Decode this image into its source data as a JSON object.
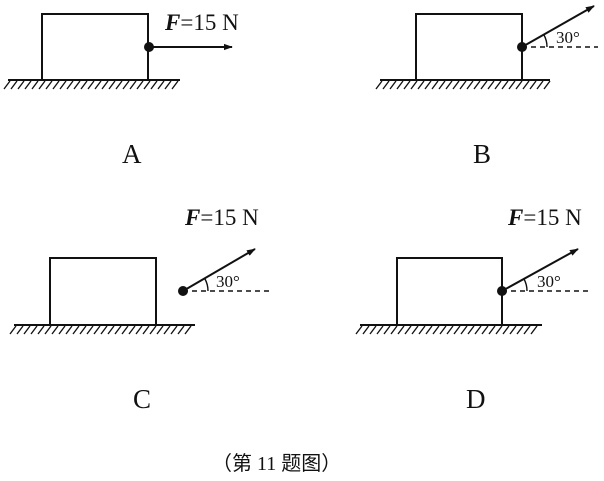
{
  "caption": "（第 11 题图）",
  "panels": [
    {
      "id": "A",
      "label": "A",
      "force_symbol": "F",
      "force_text": "=15 N",
      "angle_text": ""
    },
    {
      "id": "B",
      "label": "B",
      "force_symbol": "",
      "force_text": "",
      "angle_text": "30°"
    },
    {
      "id": "C",
      "label": "C",
      "force_symbol": "F",
      "force_text": "=15 N",
      "angle_text": "30°"
    },
    {
      "id": "D",
      "label": "D",
      "force_symbol": "F",
      "force_text": "=15 N",
      "angle_text": "30°"
    }
  ]
}
